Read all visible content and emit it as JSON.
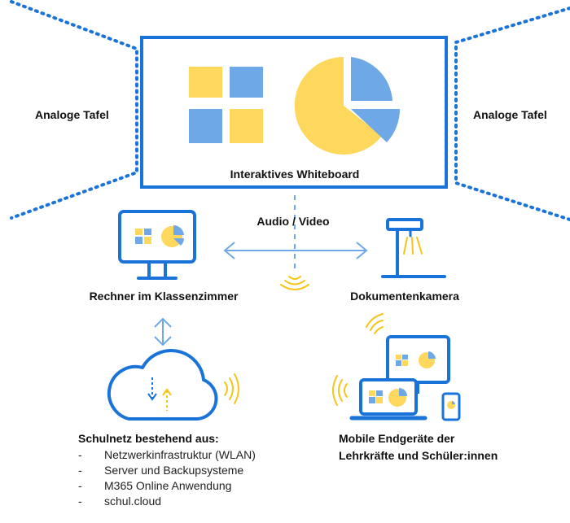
{
  "colors": {
    "blue": "#1a73d9",
    "light_blue": "#6fa8e6",
    "yellow": "#fdd85d",
    "yellow_dark": "#f5c518",
    "gray": "#3a3a3a"
  },
  "labels": {
    "left_board": "Analoge Tafel",
    "right_board": "Analoge Tafel",
    "whiteboard": "Interaktives Whiteboard",
    "audio_video": "Audio / Video",
    "computer": "Rechner im Klassenzimmer",
    "doc_camera": "Dokumentenkamera",
    "network_title": "Schulnetz bestehend aus:",
    "mobile_line1": "Mobile Endgeräte der",
    "mobile_line2": "Lehrkräfte und Schüler:innen"
  },
  "network_items": [
    "Netzwerkinfrastruktur (WLAN)",
    "Server und Backupsysteme",
    "M365 Online Anwendung",
    "schul.cloud"
  ],
  "icons": [
    "whiteboard-tiles-icon",
    "pie-chart-icon",
    "monitor-icon",
    "document-camera-icon",
    "cloud-sync-icon",
    "wifi-signal-icon",
    "devices-icon"
  ]
}
